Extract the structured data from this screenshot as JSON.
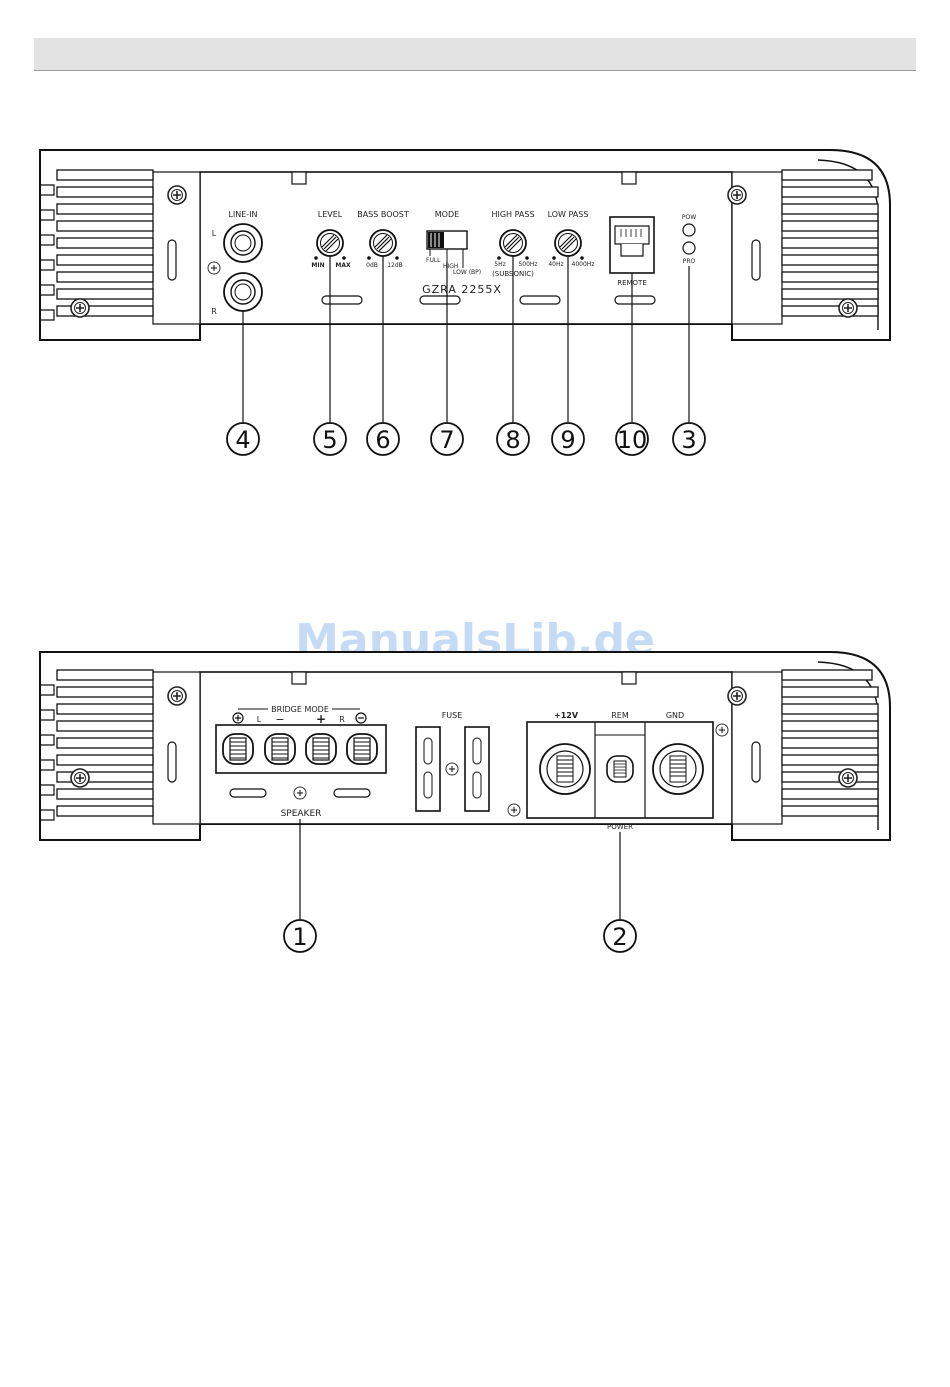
{
  "header_bar": "",
  "front_panel": {
    "model": "GZRA 2255X",
    "line_in": "LINE-IN",
    "ch_l": "L",
    "ch_r": "R",
    "level": "LEVEL",
    "level_min": "MIN",
    "level_max": "MAX",
    "bass_boost": "BASS BOOST",
    "bass_min": "0dB",
    "bass_max": "12dB",
    "mode": "MODE",
    "mode_full": "FULL",
    "mode_high": "HIGH",
    "mode_low": "LOW (BP)",
    "high_pass": "HIGH PASS",
    "hp_min": "5Hz",
    "hp_max": "500Hz",
    "subsonic": "(SUBSONIC)",
    "low_pass": "LOW PASS",
    "lp_min": "40Hz",
    "lp_max": "4000Hz",
    "remote": "REMOTE",
    "pow": "POW",
    "pro": "PRO"
  },
  "rear_panel": {
    "bridge_mode": "BRIDGE MODE",
    "bm_l": "L",
    "bm_r": "R",
    "bm_plus": "+",
    "bm_minus": "−",
    "speaker": "SPEAKER",
    "fuse": "FUSE",
    "v12": "+12V",
    "rem": "REM",
    "gnd": "GND",
    "power": "POWER"
  },
  "callouts_front": [
    "4",
    "5",
    "6",
    "7",
    "8",
    "9",
    "10",
    "3"
  ],
  "callouts_rear": [
    "1",
    "2"
  ],
  "watermark": "ManualsLib.de"
}
